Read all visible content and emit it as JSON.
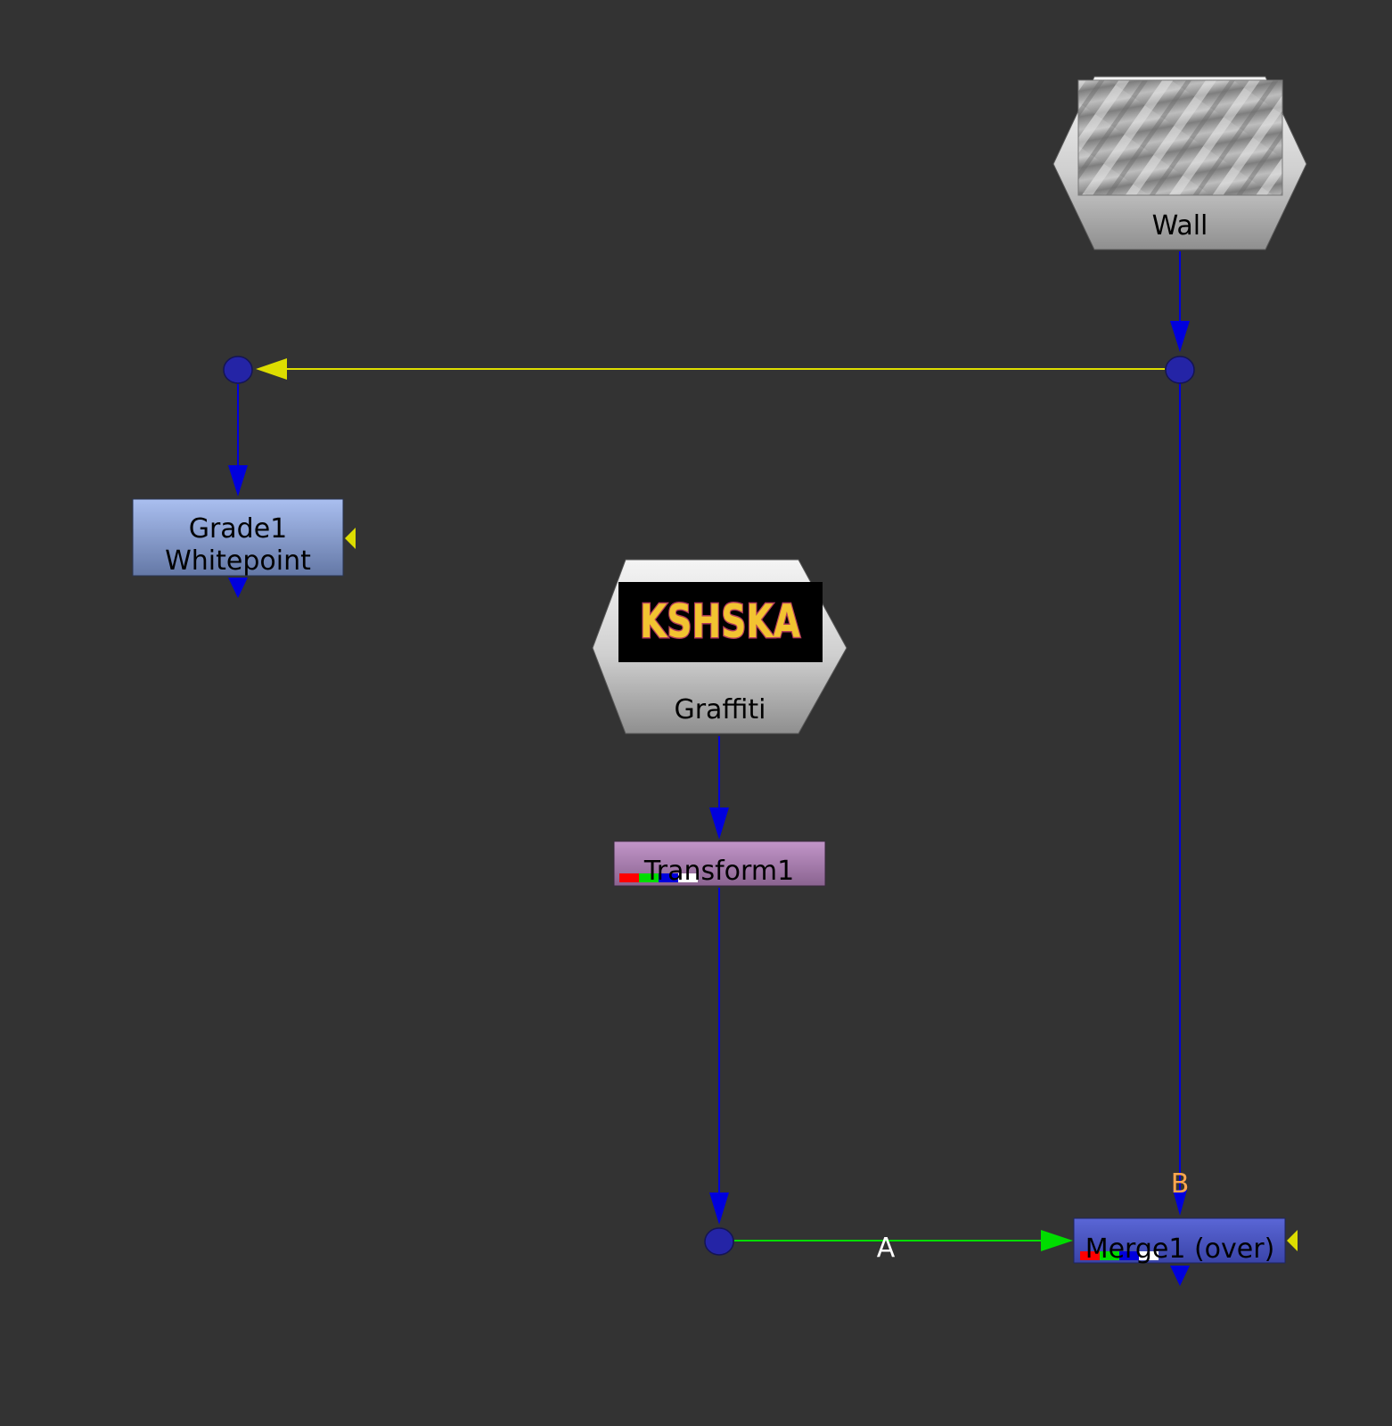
{
  "nodes": {
    "wall": {
      "label": "Wall"
    },
    "graffiti": {
      "label": "Graffiti",
      "thumbnail_text": "KSHSKA"
    },
    "grade": {
      "label_line1": "Grade1",
      "label_line2": "Whitepoint"
    },
    "transform": {
      "label": "Transform1"
    },
    "merge": {
      "label": "Merge1 (over)"
    }
  },
  "inputs": {
    "merge_a": "A",
    "merge_b": "B"
  },
  "colors": {
    "background": "#333333",
    "pipe": "#0000dd",
    "mask_pipe": "#dddd00",
    "a_pipe": "#00dd00",
    "dot": "#2424a6",
    "grade_node": "#8fa6d8",
    "transform_node": "#a07aa6",
    "merge_node": "#4a55c2",
    "read_node": "#b4b4b4",
    "letter_b": "#ffa64d",
    "letter_a": "#ffffff"
  }
}
